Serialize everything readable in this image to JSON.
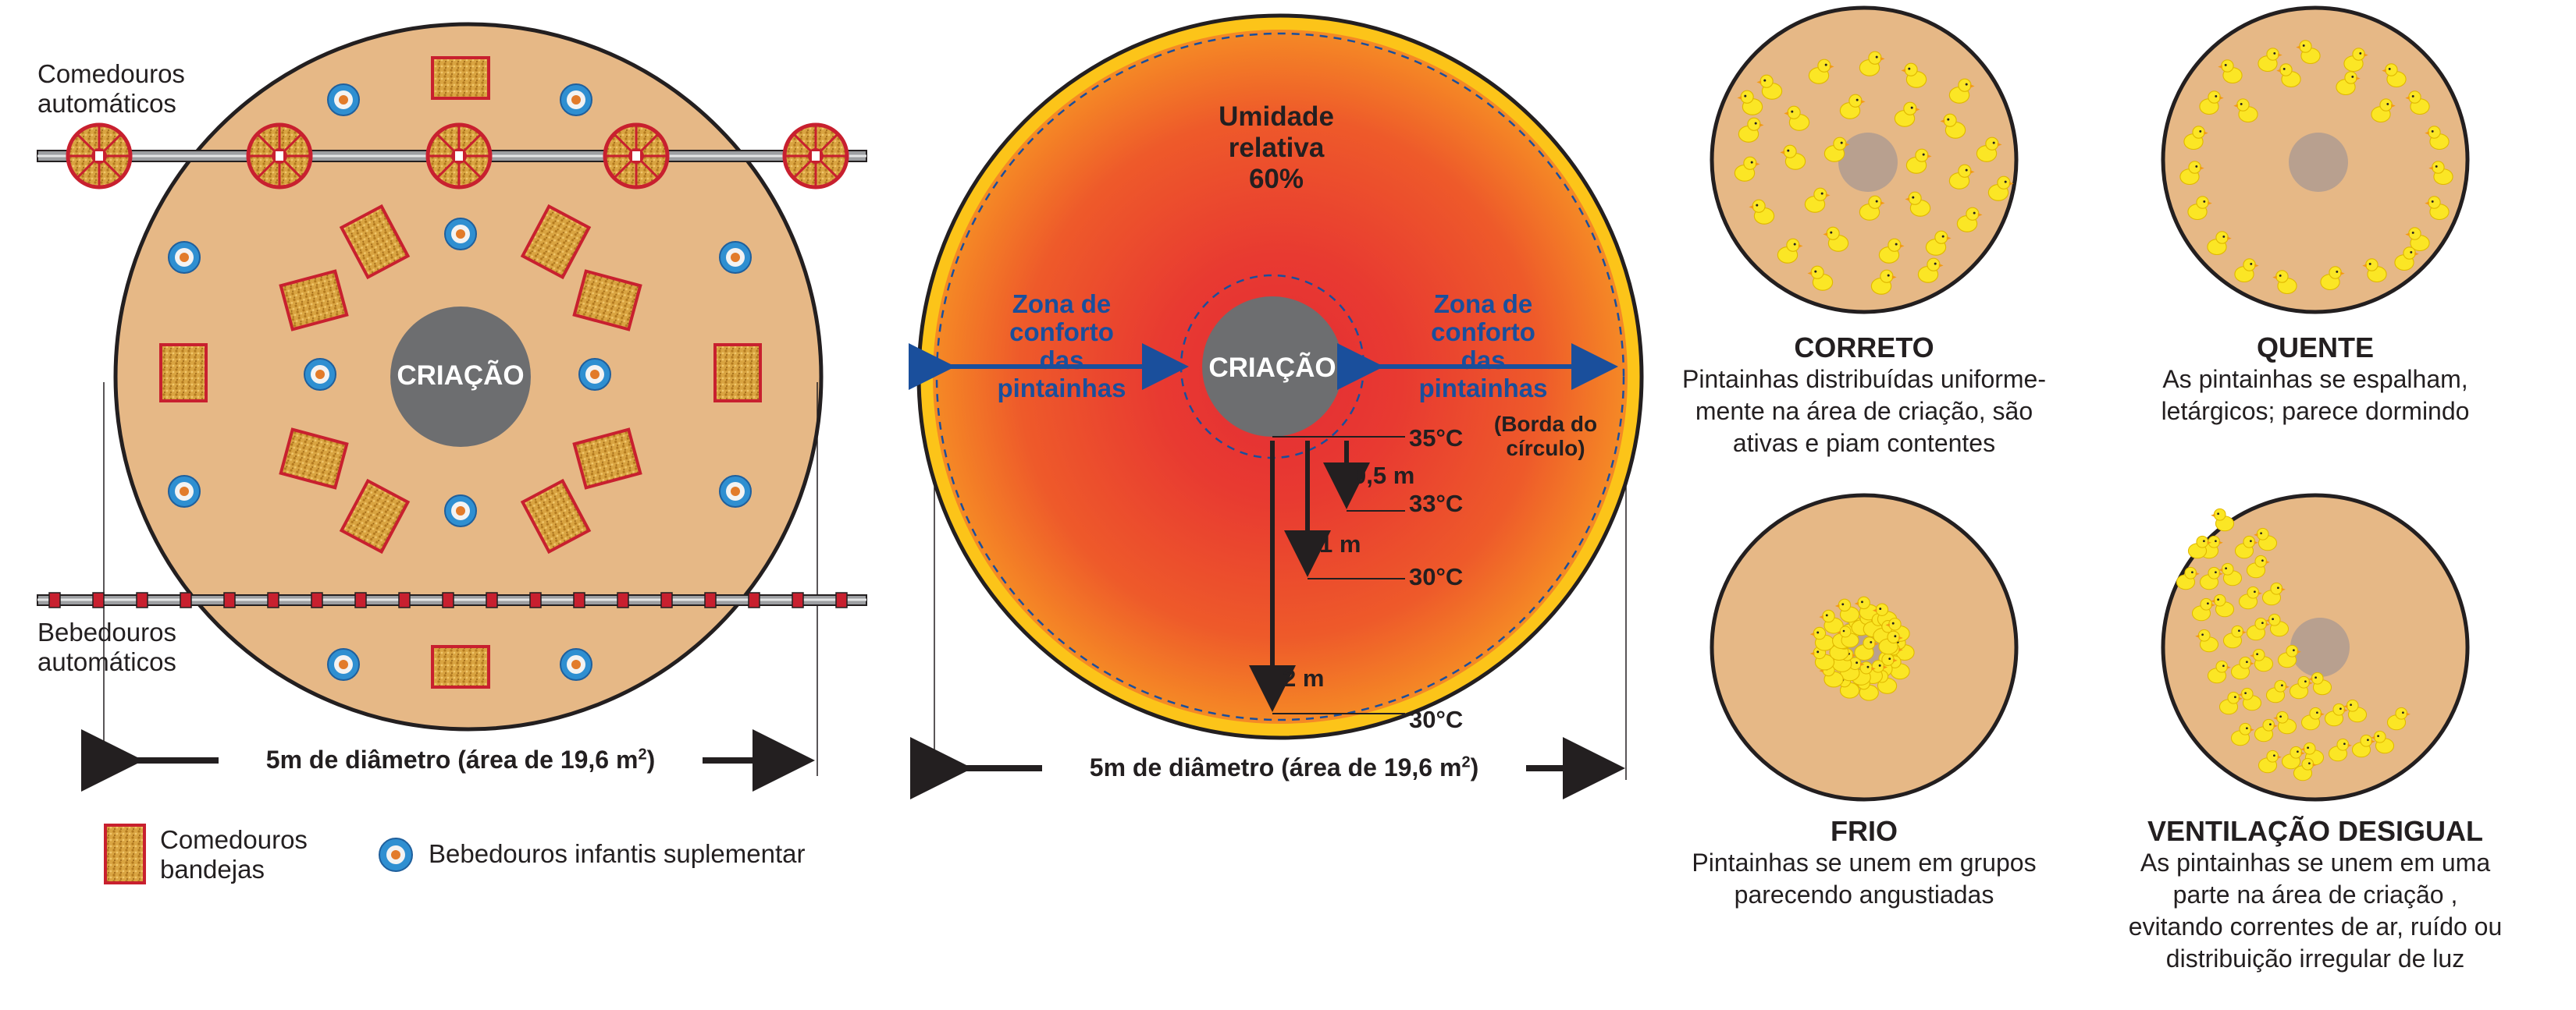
{
  "panel1": {
    "feeders_auto_label": "Comedouros\nautomáticos",
    "drinkers_auto_label": "Bebedouros\nautomáticos",
    "center_label": "CRIAÇÃO",
    "diameter_prefix": "5m de diâmetro (área de 19,6 m",
    "diameter_sup": "2",
    "diameter_suffix": ")"
  },
  "legend": {
    "tray_feeders": "Comedouros\nbandejas",
    "chick_drinkers": "Bebedouros infantis suplementar"
  },
  "panel2": {
    "humidity_label": "Umidade\nrelativa\n60%",
    "comfort_zone_left": "Zona de\nconforto\ndas\npintainhas",
    "comfort_zone_right": "Zona de\nconforto\ndas\npintainhas",
    "circle_edge": "(Borda do\ncírculo)",
    "center_label": "CRIAÇÃO",
    "temp_35": "35°C",
    "temp_33": "33°C",
    "temp_30a": "30°C",
    "temp_30b": "30°C",
    "dist_05": "0,5 m",
    "dist_1": "1 m",
    "dist_2": "2 m",
    "diameter_prefix": "5m de diâmetro (área de 19,6 m",
    "diameter_sup": "2",
    "diameter_suffix": ")"
  },
  "states": [
    {
      "title": "CORRETO",
      "desc": "Pintainhas distribuídas uniforme-\nmente na área de criação, são\nativas e piam contentes"
    },
    {
      "title": "QUENTE",
      "desc": "As pintainhas se espalham,\nletárgicos; parece dormindo"
    },
    {
      "title": "FRIO",
      "desc": "Pintainhas se unem em grupos\nparecendo angustiadas"
    },
    {
      "title": "VENTILAÇÃO DESIGUAL",
      "desc": "As pintainhas se unem em uma\nparte na área de criação ,\nevitando correntes de ar, ruído ou\ndistribuição irregular de luz"
    }
  ],
  "colors": {
    "floor": "#e6b886",
    "heater": "#6d6e70",
    "blue_text": "#1a4f9c",
    "feeder_red": "#c8202f",
    "chick_yellow": "#fbe625",
    "heat_red": "#e93c2f",
    "edge_yellow": "#fcc419"
  }
}
